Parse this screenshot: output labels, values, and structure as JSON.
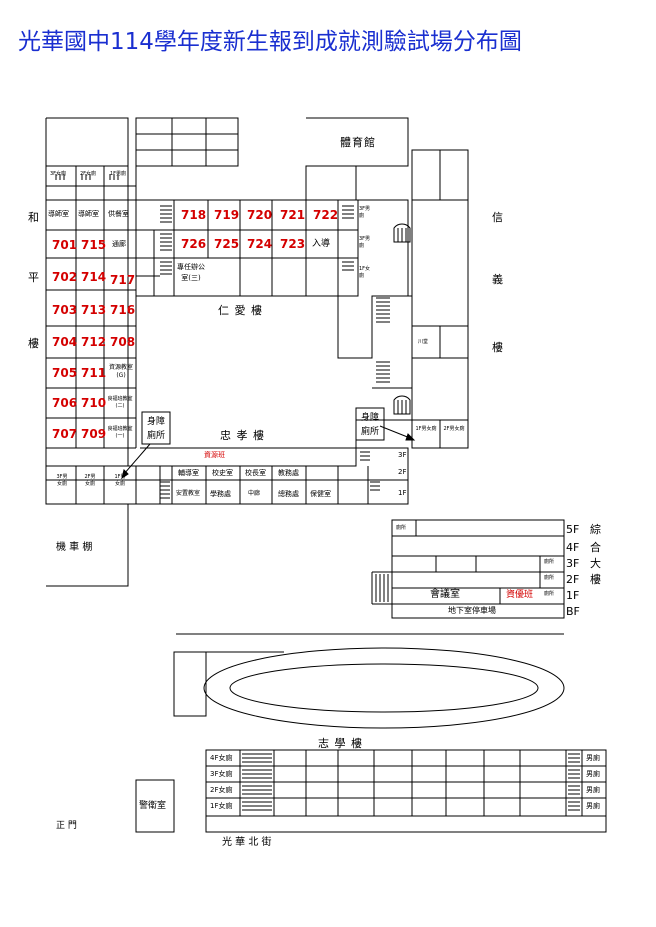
{
  "title": "光華國中114學年度新生報到成就測驗試場分布圖",
  "buildings": {
    "gym": "體育館",
    "renai": "仁  愛  樓",
    "zhongxiao": "忠  孝  樓",
    "zhixue": "志  學  樓",
    "heping": [
      "和",
      "平",
      "樓"
    ],
    "xinyi": [
      "信",
      "義",
      "樓"
    ],
    "motorcycle": "機  車  棚",
    "street": "光        華        北        街",
    "main_gate": "正  門",
    "guard": "警衛室"
  },
  "rooms": {
    "r701": "701",
    "r702": "702",
    "r703": "703",
    "r704": "704",
    "r705": "705",
    "r706": "706",
    "r707": "707",
    "r708": "708",
    "r709": "709",
    "r710": "710",
    "r711": "711",
    "r712": "712",
    "r713": "713",
    "r714": "714",
    "r715": "715",
    "r716": "716",
    "r717": "717",
    "r718": "718",
    "r719": "719",
    "r720": "720",
    "r721": "721",
    "r722": "722",
    "r723": "723",
    "r724": "724",
    "r725": "725",
    "r726": "726"
  },
  "labels": {
    "counsel": "導師室",
    "counsel2": "導師室",
    "supply": "供餐室",
    "corridor": "通廊",
    "intro": "入導",
    "tutor": "專任辦公室(三)",
    "resource_g": "資源教室(G)",
    "special2": "良福班教室(二)",
    "special1": "良福班教室(一)",
    "resource_class": "資源班",
    "counseling": "輔導室",
    "history": "校史室",
    "principal": "校長室",
    "teaching": "教務處",
    "safety": "安置教室",
    "student_affairs": "學務處",
    "hall": "中廊",
    "general_affairs": "總務處",
    "health": "保健室",
    "accessible_wc": "身障廁所",
    "accessible_wc2": "身障廁所",
    "f3": "3F",
    "f2": "2F",
    "f1": "1F",
    "wc3f_f": "3F女廁",
    "wc2f_f": "2F女廁",
    "wc1f_m": "1F男廁",
    "wc_side_3f": "3F男廁",
    "wc_side_2f": "3F男廁",
    "wc_side_1f": "1F女廁",
    "wc_b3": "3F男女廁",
    "wc_b2": "2F男女廁",
    "wc_b1": "1F男女廁",
    "wc_x1": "1F男女廁",
    "wc_x2": "2F男女廁",
    "elevator": "川堂",
    "meeting": "會議室",
    "gifted": "資優班",
    "parking": "地下室停車場",
    "wc_c": "廁所",
    "floors_c": [
      "5F",
      "4F",
      "3F",
      "2F",
      "1F",
      "BF"
    ],
    "comp": [
      "綜",
      "合",
      "大",
      "樓"
    ],
    "zhi_floors": [
      "4F女廁",
      "3F女廁",
      "2F女廁",
      "1F女廁"
    ],
    "zhi_m": [
      "男廁",
      "男廁",
      "男廁",
      "男廁"
    ]
  }
}
